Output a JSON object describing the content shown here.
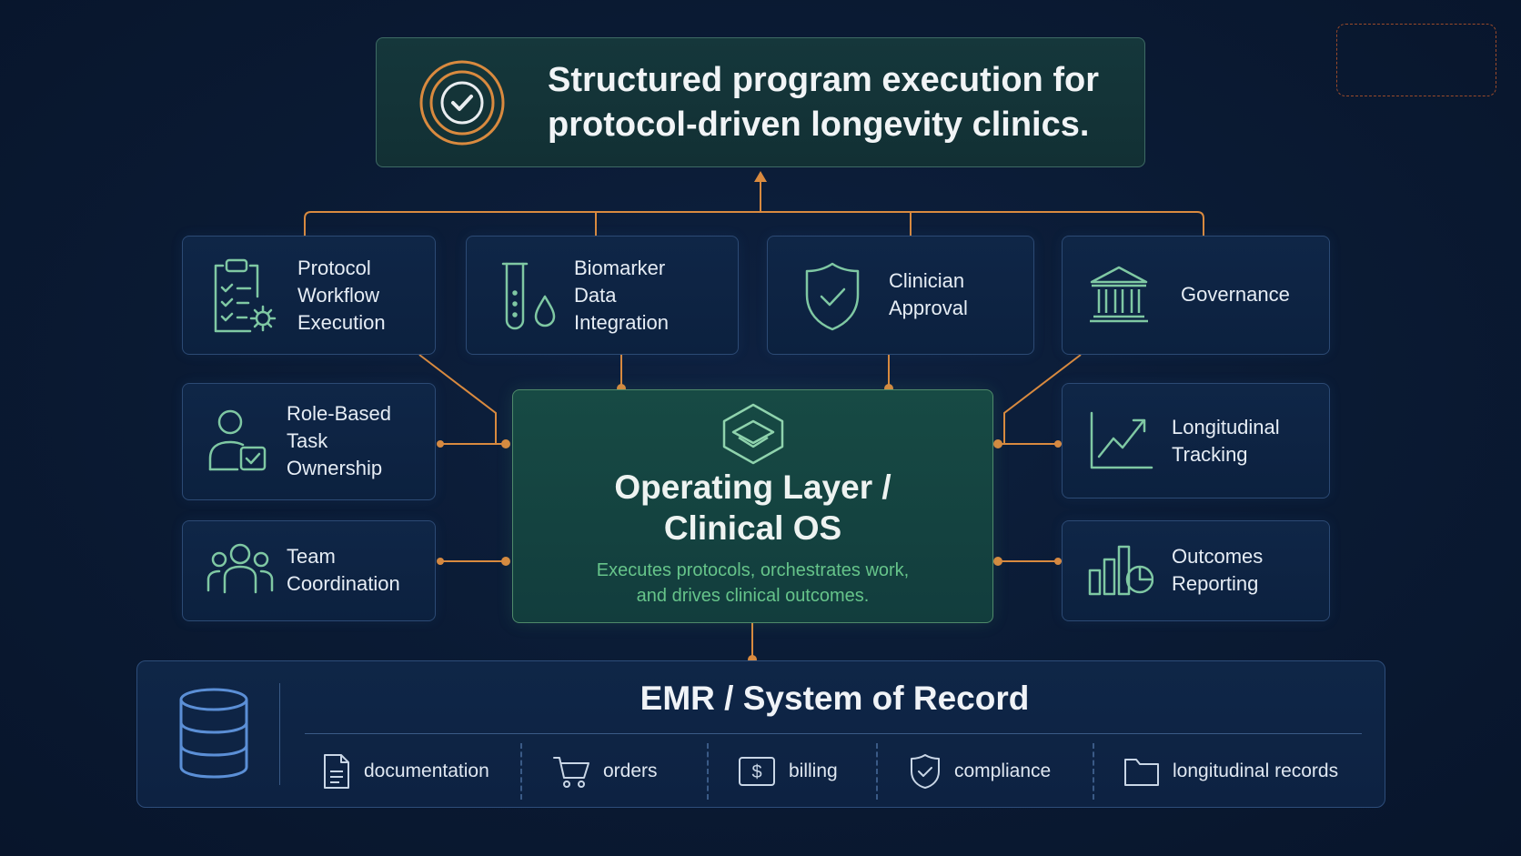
{
  "headline": "Structured program execution for\nprotocol-driven longevity clinics.",
  "core": {
    "title": "Operating Layer /\nClinical OS",
    "subtitle": "Executes protocols, orchestrates work,\nand drives clinical outcomes."
  },
  "top_cards": [
    {
      "label": "Protocol\nWorkflow\nExecution",
      "icon": "clipboard-gear-icon"
    },
    {
      "label": "Biomarker\nData\nIntegration",
      "icon": "test-tube-drop-icon"
    },
    {
      "label": "Clinician\nApproval",
      "icon": "shield-check-icon"
    },
    {
      "label": "Governance",
      "icon": "institution-icon"
    }
  ],
  "left_cards": [
    {
      "label": "Role-Based\nTask\nOwnership",
      "icon": "user-check-icon"
    },
    {
      "label": "Team\nCoordination",
      "icon": "team-icon"
    }
  ],
  "right_cards": [
    {
      "label": "Longitudinal\nTracking",
      "icon": "trend-chart-icon"
    },
    {
      "label": "Outcomes\nReporting",
      "icon": "bar-pie-chart-icon"
    }
  ],
  "emr": {
    "title": "EMR / System of Record",
    "items": [
      {
        "label": "documentation",
        "icon": "document-icon"
      },
      {
        "label": "orders",
        "icon": "cart-icon"
      },
      {
        "label": "billing",
        "icon": "dollar-icon"
      },
      {
        "label": "compliance",
        "icon": "shield-check-icon"
      },
      {
        "label": "longitudinal records",
        "icon": "folder-icon"
      }
    ]
  },
  "colors": {
    "background": "#0a1a33",
    "connector": "#d98a3f",
    "icon_green": "#7fc8a3",
    "icon_blue": "#5b8fd6",
    "accent_green_text": "#66c48a"
  }
}
